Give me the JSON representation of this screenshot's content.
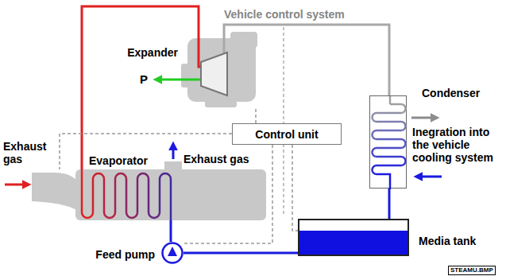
{
  "diagram": {
    "nodes": [
      {
        "text": [
          "Expander"
        ]
      },
      {
        "text": [
          "Condenser"
        ]
      },
      {
        "text": [
          "Control unit"
        ]
      },
      {
        "text": [
          "Evaporator"
        ]
      },
      {
        "text": [
          "Feed pump"
        ]
      },
      {
        "text": [
          "Media tank"
        ]
      }
    ],
    "edges": [
      {
        "from": 3,
        "to": 0,
        "arrow": "none"
      },
      {
        "from": 0,
        "to": 1,
        "arrow": "none"
      },
      {
        "from": 1,
        "to": 5,
        "arrow": "none"
      },
      {
        "from": 5,
        "to": 4,
        "arrow": "none"
      },
      {
        "from": 4,
        "to": 3,
        "arrow": "none"
      },
      {
        "from": 2,
        "to": 3,
        "arrow": "none"
      },
      {
        "from": 2,
        "to": 0,
        "arrow": "none"
      },
      {
        "from": 2,
        "to": 4,
        "arrow": "none"
      },
      {
        "from": 2,
        "to": 5,
        "arrow": "none"
      }
    ],
    "labels": [
      "Vehicle control system",
      "P",
      "Exhaust gas",
      "Exhaust gas",
      "Inegration into the vehicle cooling system",
      "STEAMU.BMP"
    ]
  }
}
